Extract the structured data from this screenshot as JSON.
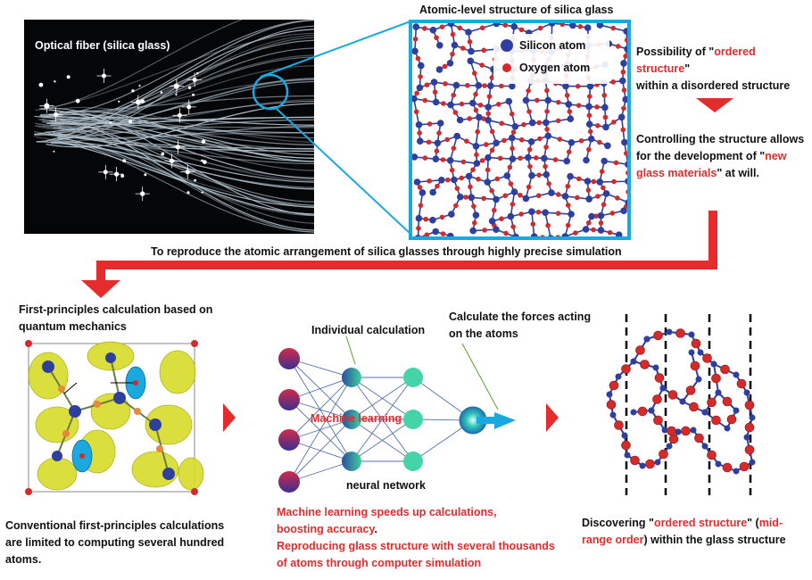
{
  "top": {
    "fiber_label": "Optical fiber (silica glass)",
    "silica_title": "Atomic-level structure of silica glass",
    "legend": {
      "silicon": "Silicon atom",
      "oxygen": "Oxygen atom"
    },
    "possibility_pre": "Possibility of \"",
    "possibility_hl": "ordered structure",
    "possibility_post1": "\"",
    "possibility_post2": "within a disordered structure",
    "control_line1": "Controlling the structure allows",
    "control_line2_pre": "for the development of \"",
    "control_hl1": "new",
    "control_hl2": "glass materials",
    "control_post": "\" at will."
  },
  "middle": {
    "arrow_text": "To reproduce the atomic arrangement of silica glasses through highly precise simulation"
  },
  "bottom": {
    "fp_title_line1": "First-principles calculation based on",
    "fp_title_line2": "quantum mechanics",
    "nn_individual": "Individual calculation",
    "nn_forces_line1": "Calculate the forces acting",
    "nn_forces_line2": "on the atoms",
    "nn_ml": "Machine learning",
    "nn_network": "neural network",
    "conv_line1": "Conventional first-principles calculations",
    "conv_line2": "are limited to computing several hundred",
    "conv_line3": "atoms.",
    "ml_line1": "Machine learning speeds up calculations,",
    "ml_line2_hl": "boosting accuracy",
    "ml_line2_post": ".",
    "ml_line3": "Reproducing glass structure with several thousands",
    "ml_line4": "of atoms through computer simulation",
    "disc_line1_pre": "Discovering \"",
    "disc_hl1": "ordered structure",
    "disc_mid": "\" (",
    "disc_hl2": "mid-",
    "disc_hl3": "range order",
    "disc_post": ") within the glass structure"
  },
  "colors": {
    "accent_red": "#e52b2b",
    "frame_blue": "#19a9e0",
    "silicon": "#2f3f9e",
    "oxygen": "#d42a2a"
  }
}
